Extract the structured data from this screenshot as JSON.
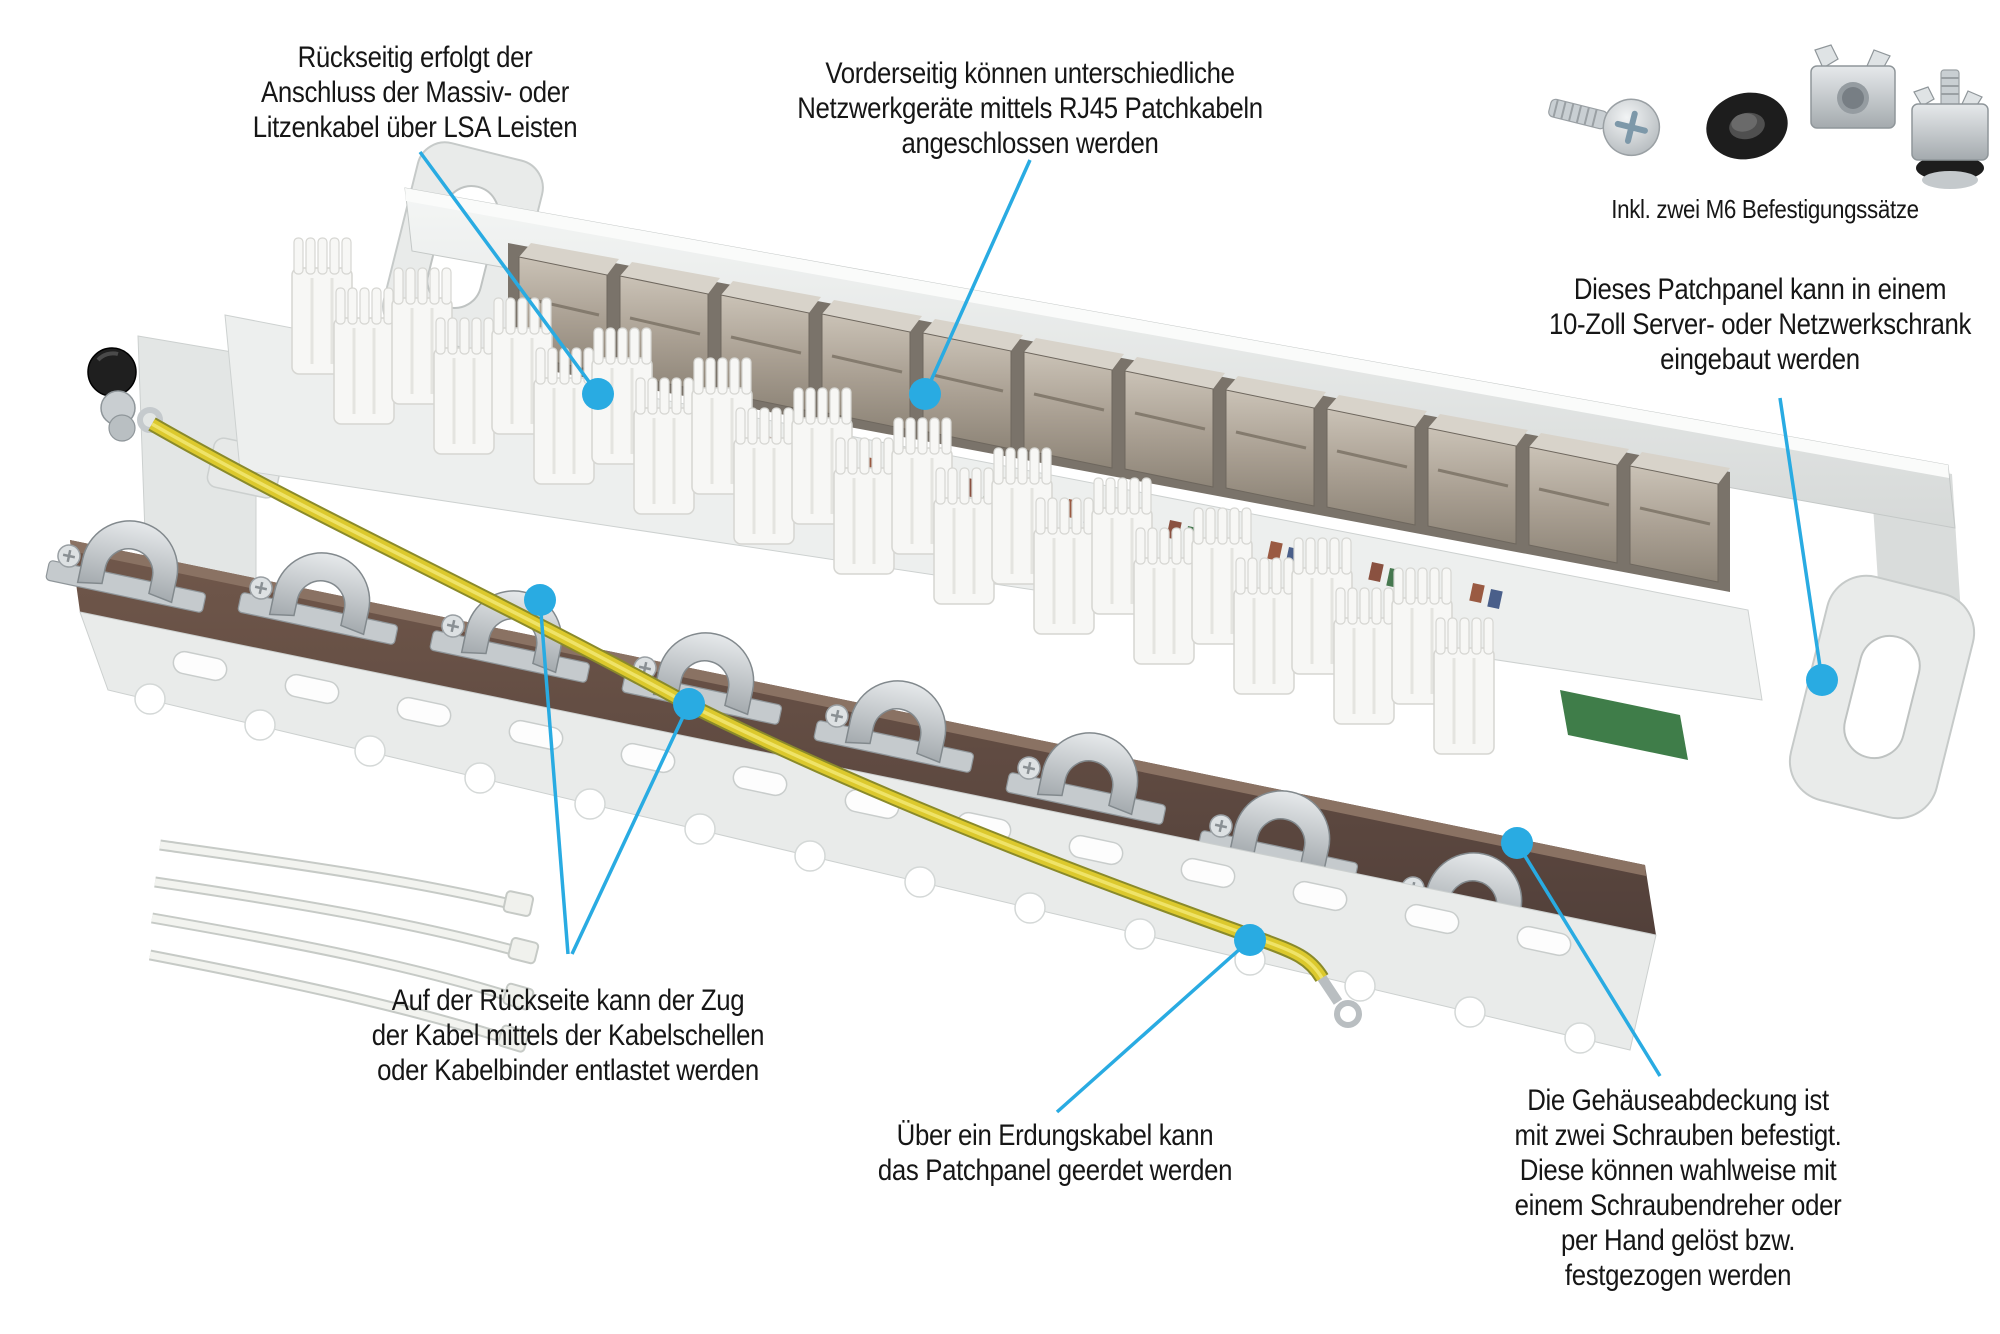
{
  "page": {
    "background": "#ffffff"
  },
  "colors": {
    "accent_blue": "#29ABE2",
    "text": "#161616",
    "chassis_gray": "#e9ebea",
    "pcb_brown": "#5f4a3f",
    "ground_cable_yellow": "#dcc92d",
    "metal_silver": "#c9ced1"
  },
  "callouts": [
    {
      "id": "lsa-rear",
      "text": "Rückseitig erfolgt der\nAnschluss der Massiv- oder\nLitzenkabel über LSA Leisten"
    },
    {
      "id": "rj45-front",
      "text": "Vorderseitig können unterschiedliche\nNetzwerkgeräte mittels RJ45 Patchkabeln\nangeschlossen werden"
    },
    {
      "id": "rack-mount",
      "text": "Dieses Patchpanel kann in einem\n10-Zoll Server- oder Netzwerkschrank\neingebaut werden"
    },
    {
      "id": "strain-relief",
      "text": "Auf der Rückseite kann der Zug\nder Kabel mittels der Kabelschellen\noder Kabelbinder entlastet werden"
    },
    {
      "id": "grounding",
      "text": "Über ein Erdungskabel kann\ndas Patchpanel geerdet werden"
    },
    {
      "id": "cover-screws",
      "text": "Die Gehäuseabdeckung ist\nmit zwei Schrauben befestigt.\nDiese können wahlweise mit\neinem Schraubendreher oder\nper Hand gelöst bzw.\nfestgezogen werden"
    }
  ],
  "hardware": {
    "caption": "Inkl. zwei M6 Befestigungssätze"
  }
}
